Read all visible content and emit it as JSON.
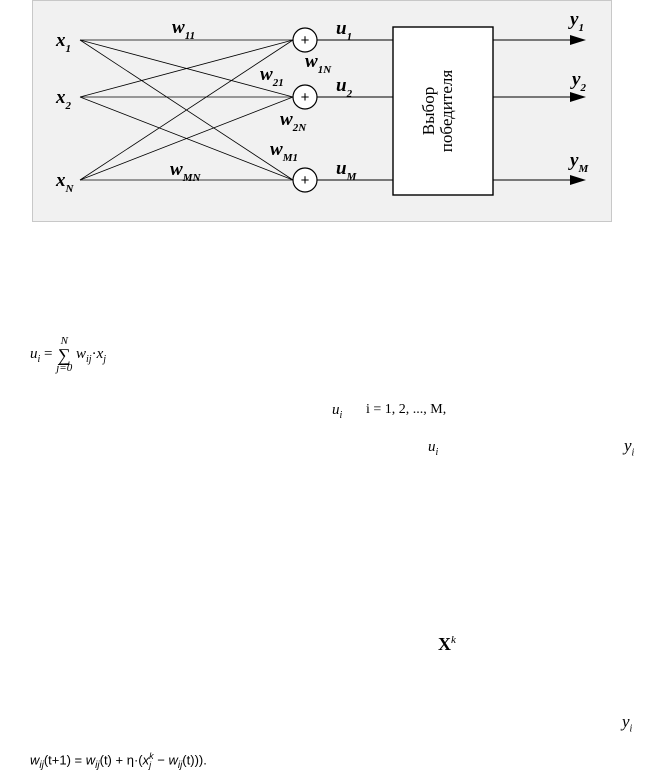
{
  "diagram": {
    "inputs": [
      {
        "base": "x",
        "sub": "1"
      },
      {
        "base": "x",
        "sub": "2"
      },
      {
        "base": "x",
        "sub": "N"
      }
    ],
    "weights": [
      {
        "base": "w",
        "sub": "11"
      },
      {
        "base": "w",
        "sub": "1N"
      },
      {
        "base": "w",
        "sub": "21"
      },
      {
        "base": "w",
        "sub": "2N"
      },
      {
        "base": "w",
        "sub": "M1"
      },
      {
        "base": "w",
        "sub": "MN"
      }
    ],
    "sum_symbol": "+",
    "sums": [
      {
        "base": "u",
        "sub": "1"
      },
      {
        "base": "u",
        "sub": "2"
      },
      {
        "base": "u",
        "sub": "M"
      }
    ],
    "block_label_line1": "Выбор",
    "block_label_line2": "победителя",
    "outputs": [
      {
        "base": "y",
        "sub": "1"
      },
      {
        "base": "y",
        "sub": "2"
      },
      {
        "base": "y",
        "sub": "M"
      }
    ],
    "colors": {
      "frame_bg": "#f1f1f1",
      "frame_border": "#c8c8c8",
      "stroke": "#000000"
    }
  },
  "formula1": {
    "lhs_base": "u",
    "lhs_sub": "i",
    "eq": "=",
    "sum_sign": "∑",
    "sum_upper": "N",
    "sum_lower": "j=0",
    "w_base": "w",
    "w_sub": "ij",
    "dot": "·",
    "x_base": "x",
    "x_sub": "j"
  },
  "text_fragments": {
    "ui_index": {
      "base": "u",
      "sub": "i"
    },
    "index_range": "i = 1, 2, ..., M,",
    "ui_second": {
      "base": "u",
      "sub": "i"
    },
    "yi_first": {
      "base": "y",
      "sub": "i"
    },
    "xk": {
      "base": "X",
      "sup": "k"
    },
    "yi_second": {
      "base": "y",
      "sub": "i"
    }
  },
  "formula2": {
    "lhs": "w",
    "lhs_sub": "ij",
    "lhs_arg": "(t+1)",
    "eq": " = ",
    "w2": "w",
    "w2_sub": "ij",
    "w2_arg": "(t)",
    "plus": " + ",
    "eta": "η",
    "dot": "·(",
    "x": "x",
    "x_sup": "k",
    "x_sub": "j",
    "minus": " − ",
    "w3": "w",
    "w3_sub": "ij",
    "w3_arg": "(t)",
    "close": "))."
  }
}
